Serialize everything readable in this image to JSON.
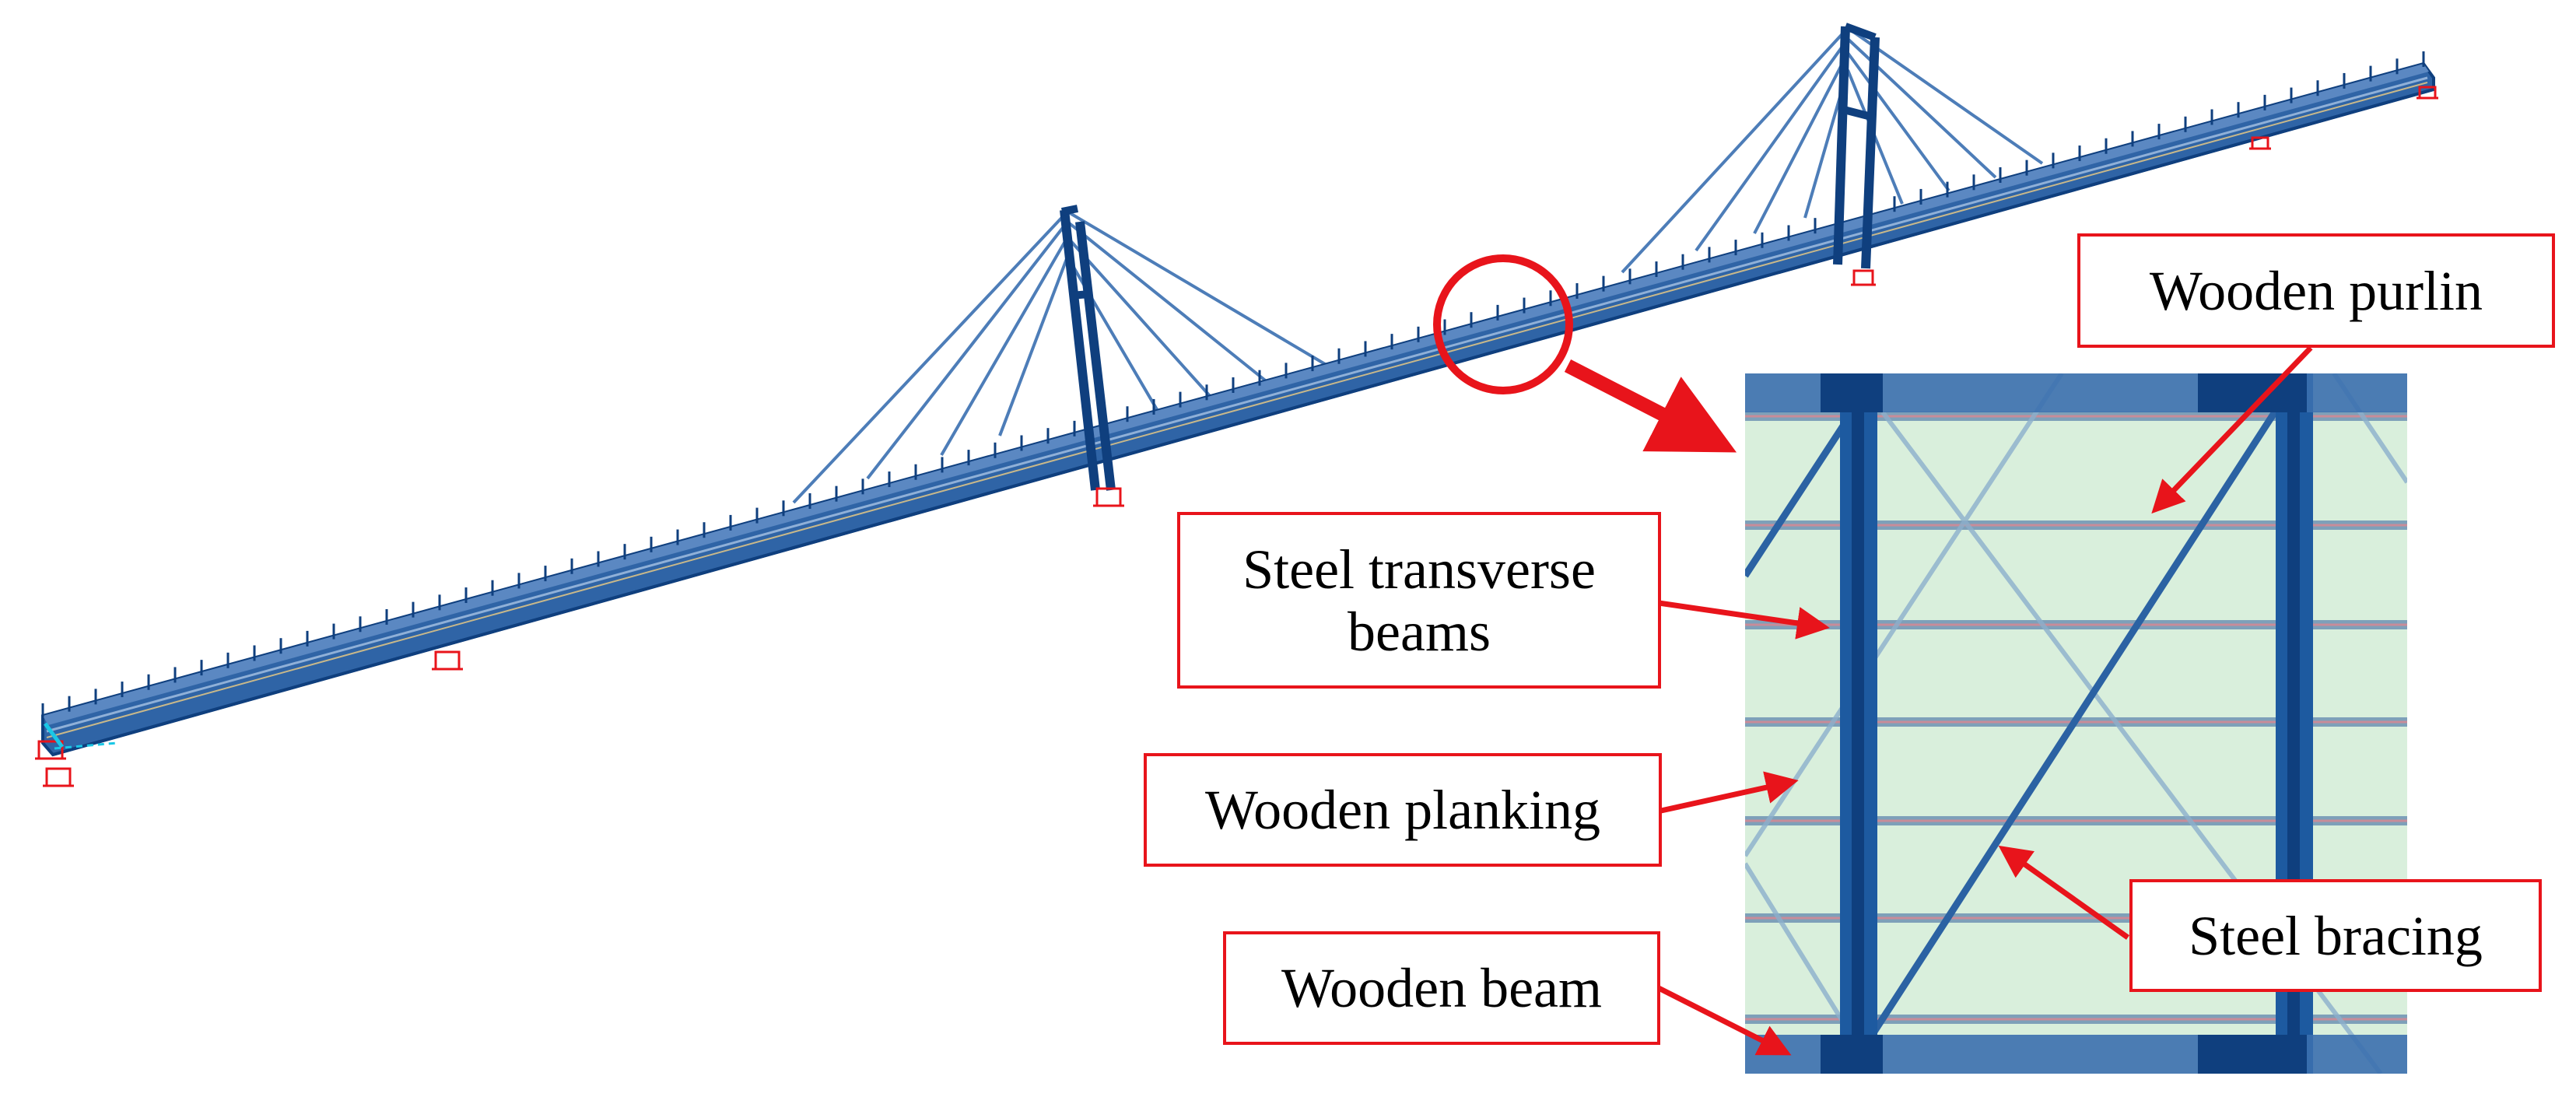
{
  "colors": {
    "steel": "#1d5aa0",
    "steel_dark": "#0f3f7e",
    "deck_fill": "#3b6fae",
    "planking": "#d9efdc",
    "annotation": "#e8141b"
  },
  "icons": {
    "support": "support-icon",
    "arrow": "callout-arrow"
  },
  "labels": {
    "wooden_purlin": "Wooden purlin",
    "steel_transverse_beams_line1": "Steel transverse",
    "steel_transverse_beams_line2": "beams",
    "wooden_planking": "Wooden planking",
    "wooden_beam": "Wooden beam",
    "steel_bracing": "Steel bracing"
  }
}
